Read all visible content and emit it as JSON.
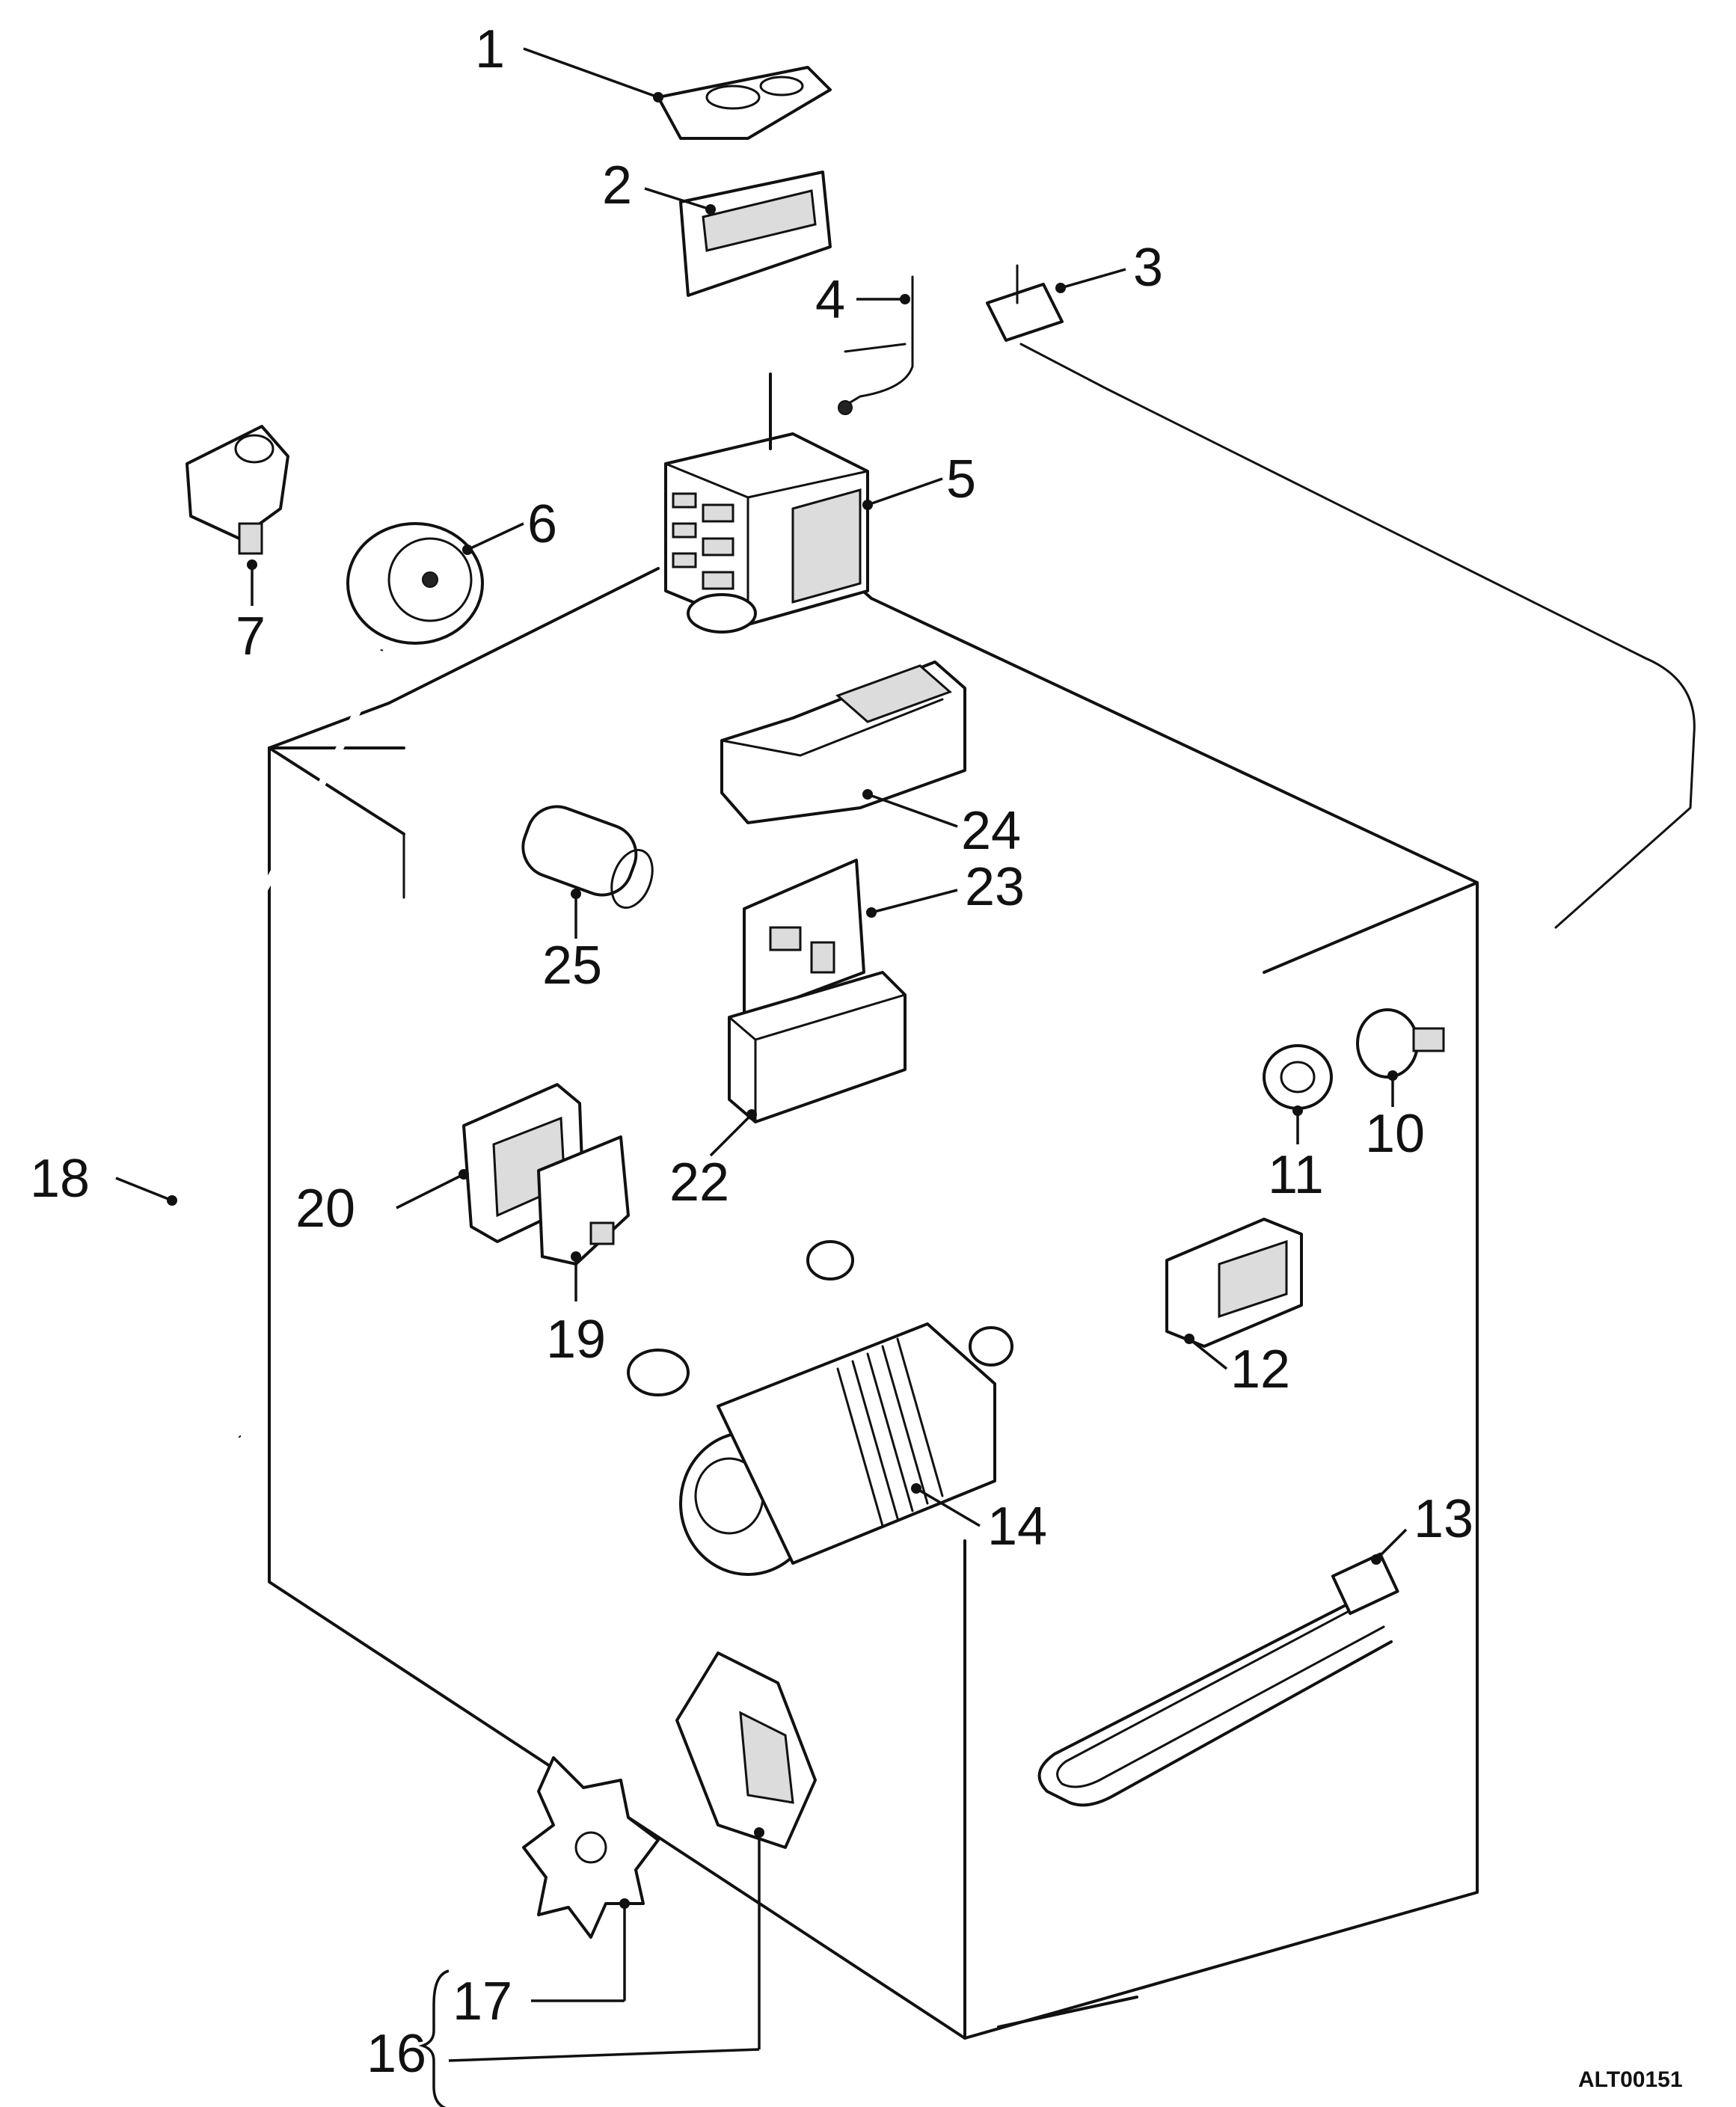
{
  "labels": {
    "l1": "1",
    "l2": "2",
    "l3": "3",
    "l4": "4",
    "l5": "5",
    "l6": "6",
    "l7": "7",
    "l10": "10",
    "l11": "11",
    "l12": "12",
    "l13": "13",
    "l14": "14",
    "l16": "16",
    "l17": "17",
    "l18": "18",
    "l19": "19",
    "l20": "20",
    "l22": "22",
    "l23": "23",
    "l24": "24",
    "l25": "25"
  },
  "reference_code": "ALT00151"
}
